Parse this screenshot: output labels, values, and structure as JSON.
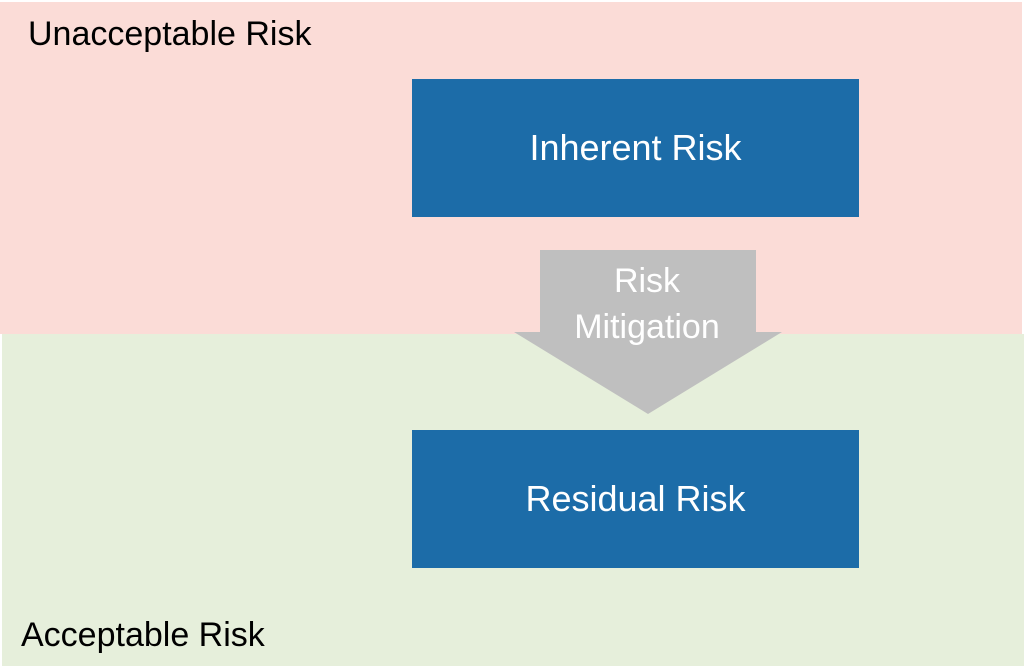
{
  "colors": {
    "unacceptable_zone": "#fbdcd7",
    "acceptable_zone": "#e6efdb",
    "box_fill": "#1c6ca8",
    "arrow_fill": "#bfbfbf",
    "box_text": "#ffffff",
    "zone_text": "#000000"
  },
  "zones": {
    "unacceptable_label": "Unacceptable Risk",
    "acceptable_label": "Acceptable Risk"
  },
  "boxes": {
    "inherent": "Inherent Risk",
    "residual": "Residual Risk"
  },
  "arrow": {
    "line1": "Risk",
    "line2": "Mitigation"
  }
}
